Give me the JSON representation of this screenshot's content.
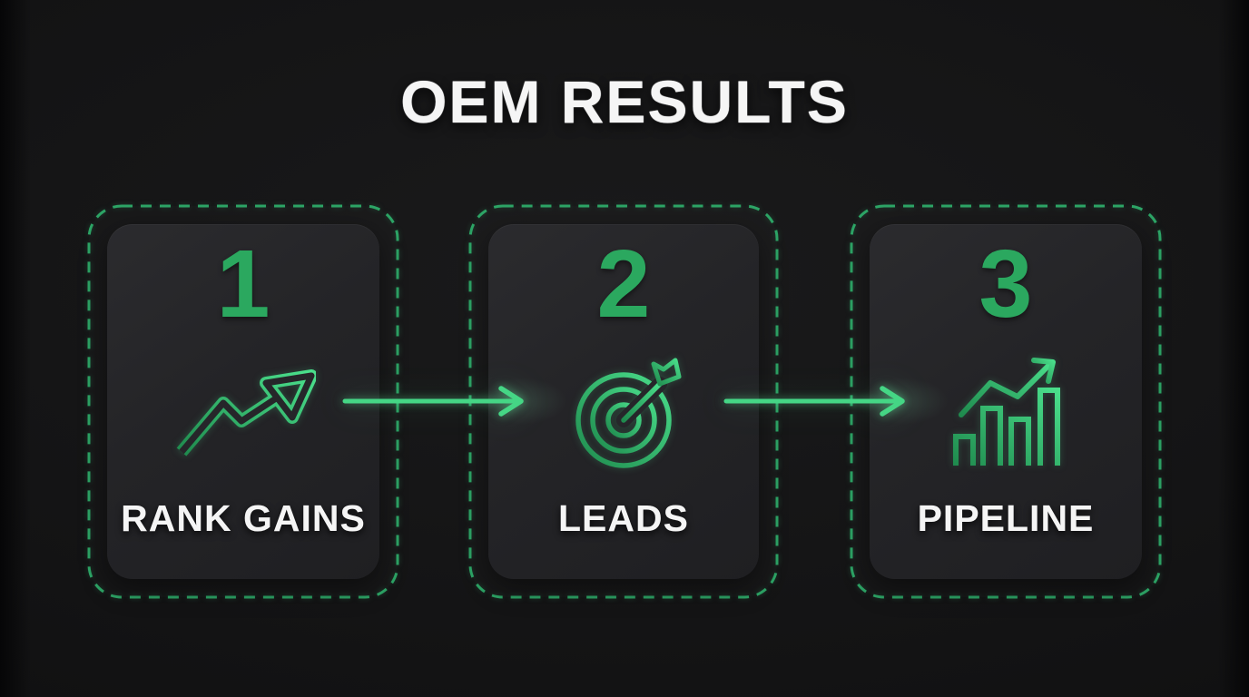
{
  "title": "OEM RESULTS",
  "steps": [
    {
      "number": "1",
      "label": "RANK GAINS",
      "icon": "trend-up-zigzag-icon"
    },
    {
      "number": "2",
      "label": "LEADS",
      "icon": "target-dart-icon"
    },
    {
      "number": "3",
      "label": "PIPELINE",
      "icon": "bar-chart-growth-icon"
    }
  ],
  "connectors": [
    {
      "name": "arrow-step1-to-step2",
      "icon": "arrow-right-icon"
    },
    {
      "name": "arrow-step2-to-step3",
      "icon": "arrow-right-icon"
    }
  ],
  "colors": {
    "background": "#121213",
    "card_background": "#242427",
    "step_number_green": "#2BA85F",
    "dashed_border_green": "#2DA566",
    "connector_arrow_green": "#45D685",
    "icon_gradient_dark": "#1F8B4E",
    "icon_gradient_light": "#4ADE8B",
    "text_white": "#F5F5F5"
  }
}
